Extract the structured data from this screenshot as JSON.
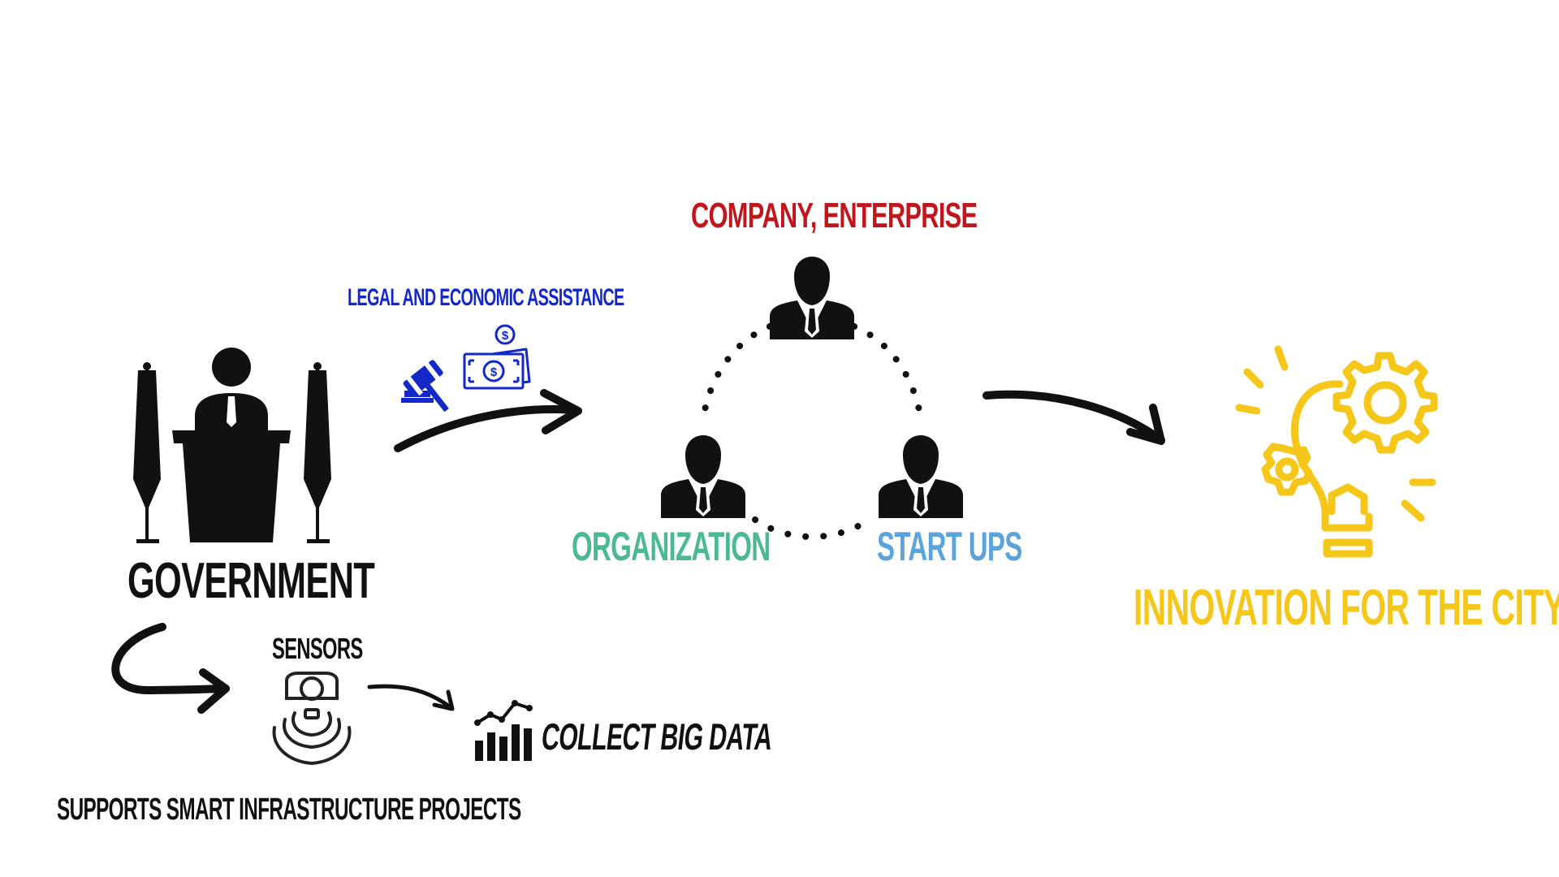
{
  "colors": {
    "black": "#111111",
    "government": "#111111",
    "company": "#c0171f",
    "legal": "#1428c8",
    "organization": "#4db894",
    "startups": "#5ba3db",
    "innovation": "#f4c71a",
    "sensor": "#222222"
  },
  "nodes": {
    "government": {
      "label": "GOVERNMENT",
      "icon": "speaker-podium-icon"
    },
    "company": {
      "label": "COMPANY, ENTERPRISE",
      "icon": "businessman-icon"
    },
    "organization": {
      "label": "ORGANIZATION",
      "icon": "businessman-icon"
    },
    "startups": {
      "label": "START UPS",
      "icon": "businessman-icon"
    },
    "innovation": {
      "label": "INNOVATION FOR THE CITY",
      "icon": "lightbulb-gears-icon"
    },
    "sensors": {
      "label": "SENSORS",
      "icon": "sensor-icon"
    },
    "big_data": {
      "label": "COLLECT BIG DATA",
      "icon": "bar-chart-icon"
    }
  },
  "edges": {
    "legal_assistance": {
      "label": "LEGAL AND ECONOMIC ASSISTANCE",
      "icons": [
        "gavel-icon",
        "money-icon"
      ]
    },
    "supports": {
      "label": "SUPPORTS SMART INFRASTRUCTURE PROJECTS"
    }
  }
}
